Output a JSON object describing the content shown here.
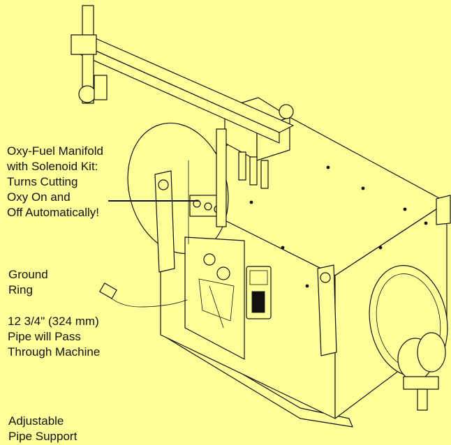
{
  "colors": {
    "background": "#ffff99",
    "ink": "#111111"
  },
  "labels": {
    "manifold": "Oxy-Fuel Manifold\nwith Solenoid Kit:\nTurns Cutting\nOxy On and\nOff Automatically!",
    "ground": "Ground\nRing",
    "pipe": "12 3/4\" (324 mm)\nPipe will Pass\nThrough Machine",
    "support": "Adjustable\nPipe Support"
  },
  "icons": [
    "torch-arm-icon",
    "control-pendant-icon",
    "wheel-icon",
    "power-plug-icon"
  ]
}
